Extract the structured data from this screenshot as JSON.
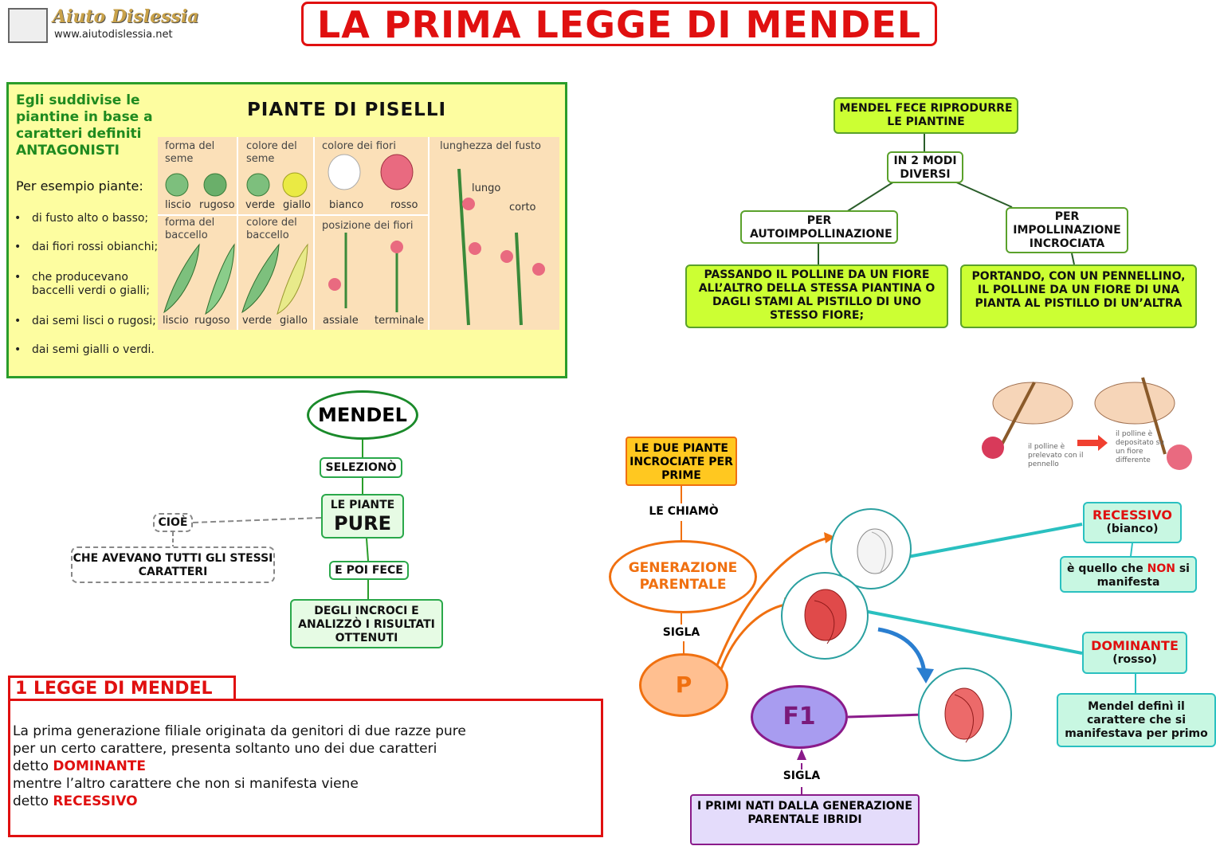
{
  "header": {
    "title": "LA PRIMA LEGGE DI MENDEL",
    "logo_name": "Aiuto Dislessia",
    "logo_url": "www.aiutodislessia.net"
  },
  "piselli": {
    "intro": "Egli suddivise le piantine in base a caratteri definiti ANTAGONISTI",
    "example": "Per esempio piante:",
    "examples": [
      "di fusto alto o basso;",
      "dai fiori rossi obianchi;",
      "che producevano baccelli verdi o gialli;",
      "dai semi lisci o rugosi;",
      "dai semi gialli o verdi."
    ],
    "title": "PIANTE DI PISELLI",
    "cells": {
      "forma_seme": "forma del seme",
      "liscio": "liscio",
      "rugoso": "rugoso",
      "colore_seme": "colore del seme",
      "verde": "verde",
      "giallo": "giallo",
      "colore_fiori": "colore dei fiori",
      "bianco": "bianco",
      "rosso": "rosso",
      "lunghezza_fusto": "lunghezza del fusto",
      "lungo": "lungo",
      "corto": "corto",
      "forma_baccello": "forma del baccello",
      "colore_baccello": "colore del baccello",
      "posizione_fiori": "posizione dei fiori",
      "assiale": "assiale",
      "terminale": "terminale"
    }
  },
  "riproduzione": {
    "fece": "MENDEL FECE RIPRODURRE LE PIANTINE",
    "modi": "IN 2 MODI DIVERSI",
    "auto": "PER AUTOIMPOLLINAZIONE",
    "incro": "PER IMPOLLINAZIONE INCROCIATA",
    "auto_desc": "PASSANDO IL POLLINE DA UN FIORE ALL’ALTRO DELLA STESSA PIANTINA O DAGLI STAMI AL PISTILLO DI UNO STESSO FIORE;",
    "incro_desc": "PORTANDO, CON UN PENNELLINO, IL POLLINE DA UN FIORE DI UNA PIANTA AL PISTILLO DI UN’ALTRA"
  },
  "hands": {
    "left_caption": "il polline è prelevato con il pennello",
    "right_caption": "il polline è depositato su un fiore differente"
  },
  "mendel": {
    "title": "MENDEL",
    "selez": "SELEZIONÒ",
    "le_piante": "LE PIANTE",
    "pure": "PURE",
    "cioe": "CIOÈ",
    "caratteri": "CHE AVEVANO TUTTI GLI STESSI CARATTERI",
    "poi": "E POI FECE",
    "incroci": "DEGLI INCROCI E ANALIZZÒ I RISULTATI OTTENUTI"
  },
  "legge": {
    "title": "1 LEGGE DI MENDEL",
    "line1": "La prima generazione filiale originata da genitori di due razze pure",
    "line2": "per un certo carattere, presenta soltanto uno dei due caratteri",
    "line3a": "detto ",
    "dominante": "DOMINANTE",
    "line4": "mentre l’altro carattere che non si manifesta viene",
    "line5a": "detto ",
    "recessivo": "RECESSIVO"
  },
  "generazione": {
    "due_piante": "LE DUE PIANTE INCROCIATE PER PRIME",
    "chiamo": "LE CHIAMÒ",
    "parentale": "GENERAZIONE PARENTALE",
    "sigla1": "SIGLA",
    "p": "P",
    "f1": "F1",
    "sigla2": "SIGLA",
    "primi": "I PRIMI NATI DALLA GENERAZIONE PARENTALE IBRIDI",
    "recessivo": "RECESSIVO",
    "bianco": "(bianco)",
    "rec_desc1": "è quello che ",
    "non": "NON",
    "rec_desc2": " si manifesta",
    "dominante": "DOMINANTE",
    "rosso": "(rosso)",
    "dom_desc": "Mendel definì il carattere che si manifestava per primo"
  },
  "colors": {
    "red": "#e01010",
    "green": "#2a9d2a",
    "lime": "#ccff33",
    "orange": "#f07010",
    "purple": "#8a1a8a",
    "cyan": "#2ac0c0"
  }
}
